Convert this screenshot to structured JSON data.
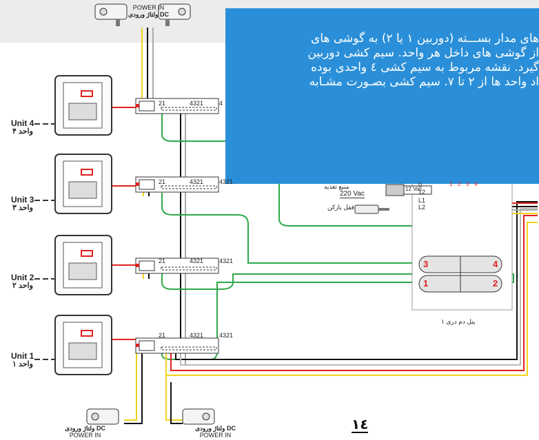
{
  "info_box": {
    "lines": [
      "های مدار بســـته (دوربین ۱ یا ۲) به گوشی های",
      "از گوشی های داخل هر واحد. سیم کشی دوربین",
      "گیرد. نقشه مربوط به سیم کشی ٤ واحدی بوده",
      "اد واحد ها از ۲ تا ۷. سیم کشی بصـورت مشـابه"
    ]
  },
  "units": [
    {
      "en": "Unit 4",
      "fa": "واحد ۴"
    },
    {
      "en": "Unit 3",
      "fa": "واحد ۳"
    },
    {
      "en": "Unit 2",
      "fa": "واحد ۲"
    },
    {
      "en": "Unit 1",
      "fa": "واحد ۱"
    }
  ],
  "camera_top": {
    "line1": "POWER IN",
    "line2": "ولتاژ ورودی DC"
  },
  "camera_bottom_left": {
    "line1": "ولتاژ ورودی DC",
    "line2": "POWER IN"
  },
  "camera_bottom_right": {
    "line1": "ولتاژ ورودی DC",
    "line2": "POWER IN"
  },
  "distributor": {
    "connector_a": "21",
    "connector_b": "4321",
    "connector_c": "4321",
    "top_extra": "4"
  },
  "door_panel": {
    "supply_label": "منبع تغذیه",
    "supply_value": "220 Vac",
    "transformer": "12 Vac",
    "lock_label": "قفل بازکن",
    "terminals": [
      "0",
      "12",
      "L1",
      "L2"
    ],
    "block_numbers": [
      "1",
      "2",
      "3",
      "4"
    ],
    "buttons": [
      "3",
      "4",
      "1",
      "2"
    ],
    "caption": "پنل دم دری ۱"
  },
  "page_number": "۱٤",
  "colors": {
    "green": "#2ea84a",
    "yellow": "#f2d31b",
    "red": "#e02020",
    "black": "#111111",
    "info": "#2a8fd8"
  }
}
